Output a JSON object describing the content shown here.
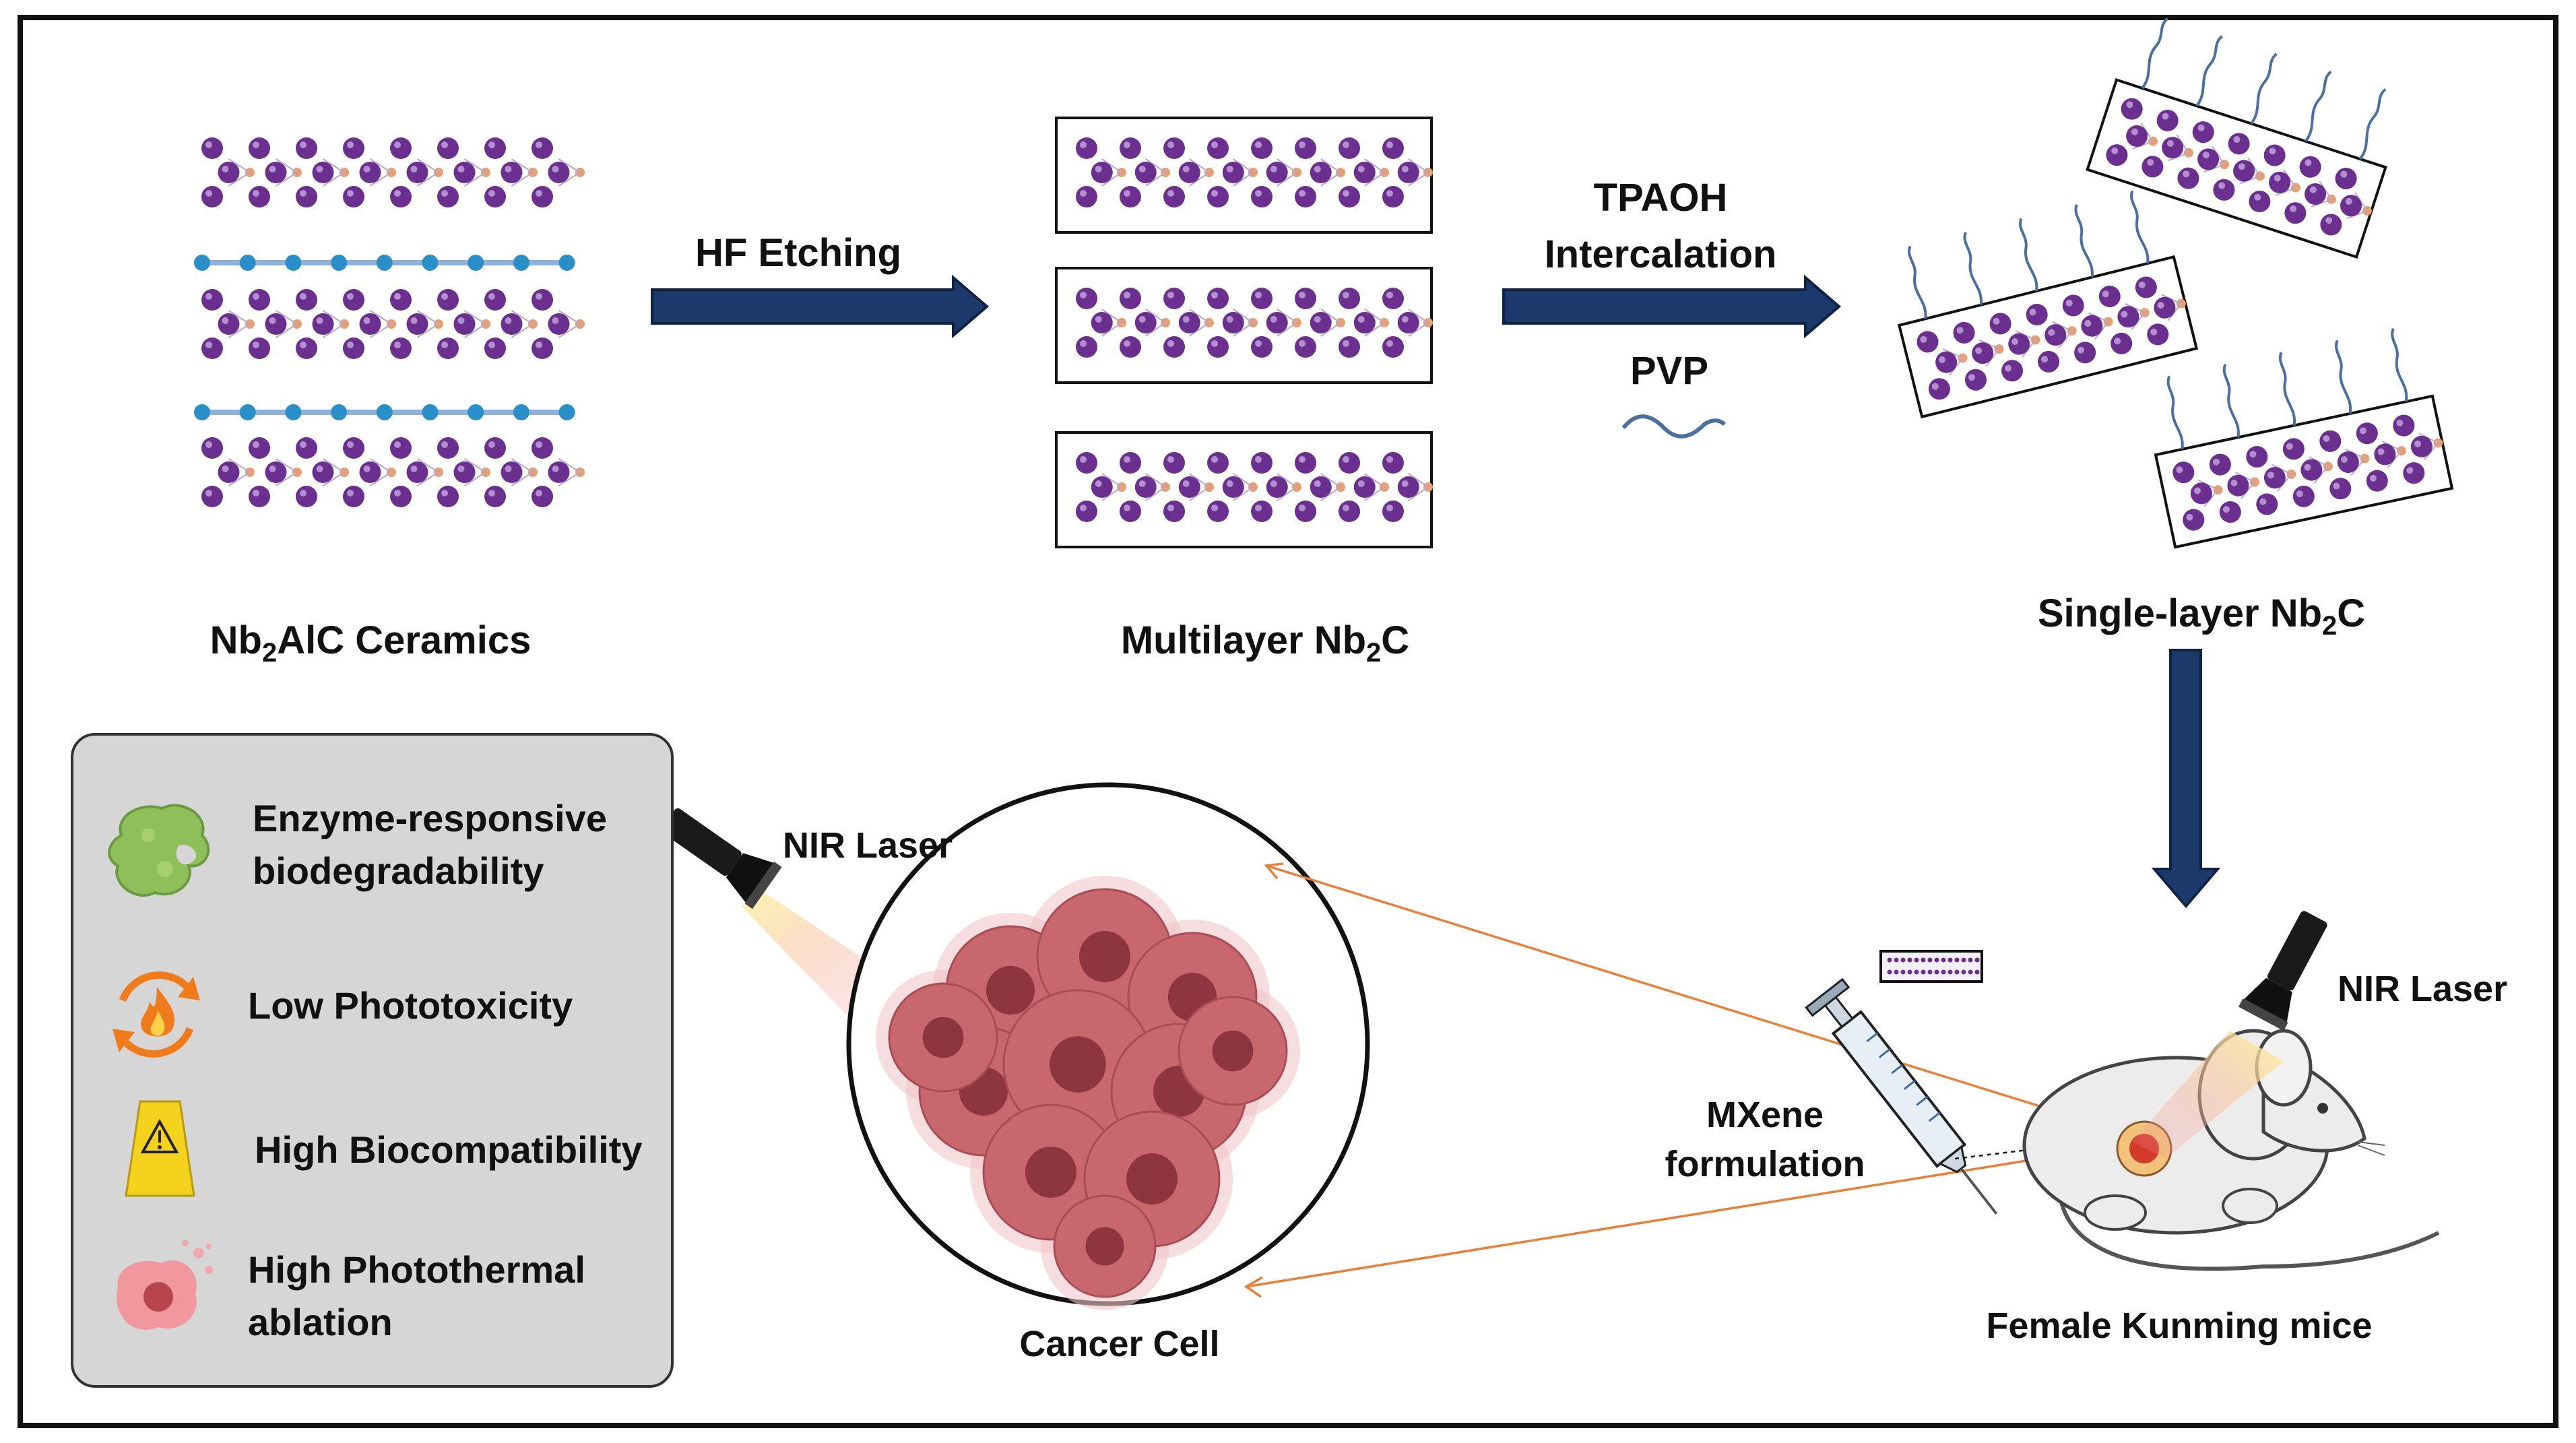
{
  "colors": {
    "arrow_fill": "#1b3a6b",
    "arrow_stroke": "#0f2244",
    "atom_purple": "#6a2f8f",
    "atom_orange": "#e8a070",
    "al_blue": "#2a8fc8",
    "guide_orange": "#e8803a",
    "panel_gray": "#d6d6d6",
    "cell_pink": "#c9676e"
  },
  "labels": {
    "nb2alc_main": "Nb",
    "nb2alc_sub": "2",
    "nb2alc_rest": "AlC Ceramics",
    "multilayer_main": "Multilayer Nb",
    "multilayer_sub": "2",
    "multilayer_rest": "C",
    "singlelayer_main": "Single-layer Nb",
    "singlelayer_sub": "2",
    "singlelayer_rest": "C",
    "hf_etching": "HF Etching",
    "tpaoh": "TPAOH",
    "intercalation": "Intercalation",
    "pvp": "PVP",
    "nir_laser_left": "NIR Laser",
    "nir_laser_right": "NIR Laser",
    "cancer_cell": "Cancer Cell",
    "mxene_line1": "MXene",
    "mxene_line2": "formulation",
    "female_mice": "Female Kunming mice"
  },
  "properties": [
    {
      "line1": "Enzyme-responsive",
      "line2": "biodegradability",
      "icon": "enzyme-icon"
    },
    {
      "line1": "Low Phototoxicity",
      "line2": "",
      "icon": "flame-cycle-icon"
    },
    {
      "line1": "High Biocompatibility",
      "line2": "",
      "icon": "caution-sign-icon"
    },
    {
      "line1": "High Photothermal",
      "line2": "ablation",
      "icon": "ablated-cell-icon"
    }
  ]
}
